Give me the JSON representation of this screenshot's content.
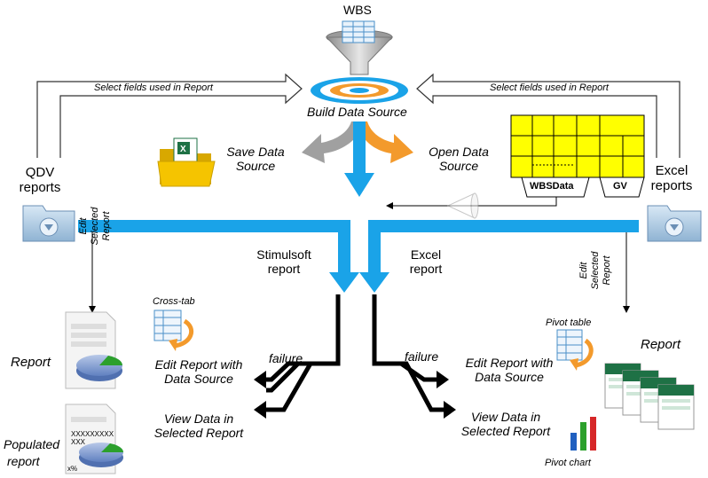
{
  "top": {
    "wbs_label": "WBS",
    "build_label": "Build Data Source",
    "select_fields_left": "Select fields used in Report",
    "select_fields_right": "Select fields used in Report"
  },
  "save_data_source": {
    "line1": "Save Data",
    "line2": "Source"
  },
  "open_data_source": {
    "line1": "Open Data",
    "line2": "Source"
  },
  "qdv_reports": {
    "line1": "QDV",
    "line2": "reports"
  },
  "excel_reports": {
    "line1": "Excel",
    "line2": "reports"
  },
  "sheet_tabs": {
    "wbsdata": "WBSData",
    "gv": "GV"
  },
  "left_branch": {
    "edit_selected_report": [
      "Edit",
      "Selected",
      "Report"
    ],
    "stimulsoft_report": [
      "Stimulsoft",
      "report"
    ],
    "cross_tab": "Cross-tab",
    "report_label": "Report",
    "edit_report_ds": [
      "Edit Report with",
      "Data Source"
    ],
    "failure": "failure",
    "view_data": [
      "View Data  in",
      "Selected Report"
    ],
    "populated_report": [
      "Populated",
      "report"
    ],
    "xxx_placeholder": [
      "XXXXXXXXX",
      "XXX",
      "x%"
    ]
  },
  "right_branch": {
    "edit_selected_report": [
      "Edit",
      "Selected",
      "Report"
    ],
    "excel_report": [
      "Excel",
      "report"
    ],
    "pivot_table": "Pivot table",
    "report_label": "Report",
    "edit_report_ds": [
      "Edit Report with",
      "Data Source"
    ],
    "failure": "failure",
    "view_data": [
      "View Data  in",
      "Selected Report"
    ],
    "pivot_chart": "Pivot chart"
  },
  "colors": {
    "blue_flow": "#1aa3e8",
    "grey_arrow": "#a0a0a0",
    "orange_arrow": "#f39a2c",
    "sheet_yellow": "#ffff00",
    "excel_green": "#1e7145",
    "folder_yellow": "#f5c400"
  }
}
